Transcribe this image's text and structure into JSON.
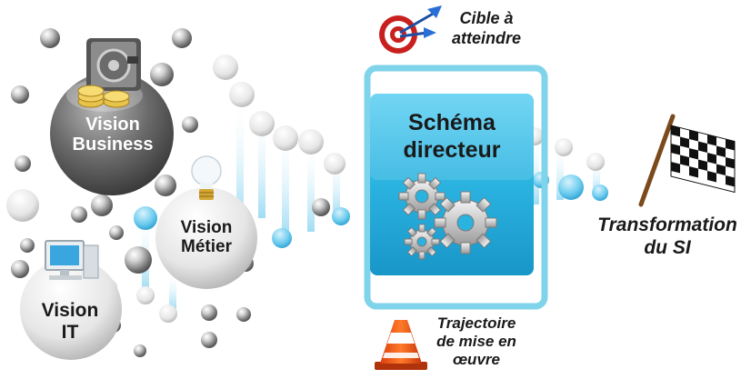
{
  "diagram": {
    "vision_business": {
      "line1": "Vision",
      "line2": "Business"
    },
    "vision_metier": {
      "line1": "Vision",
      "line2": "Métier"
    },
    "vision_it": {
      "line1": "Vision",
      "line2": "IT"
    },
    "center": {
      "line1": "Schéma",
      "line2": "directeur"
    },
    "cible": {
      "line1": "Cible à",
      "line2": "atteindre"
    },
    "trajectoire": {
      "line1": "Trajectoire",
      "line2": "de mise en",
      "line3": "œuvre"
    },
    "transformation": {
      "line1": "Transformation",
      "line2": "du SI"
    }
  },
  "colors": {
    "center_box": "#2bb3e0",
    "frame": "#7fd3ea",
    "helix_blue": "#4bbde8",
    "sphere_gray": "#8a8a8a",
    "label_dark": "#1a1a1a"
  },
  "icons": [
    "coins-safe-icon",
    "lightbulb-icon",
    "computer-icon",
    "target-icon",
    "traffic-cone-icon",
    "checkered-flag-icon",
    "gears-icon"
  ]
}
